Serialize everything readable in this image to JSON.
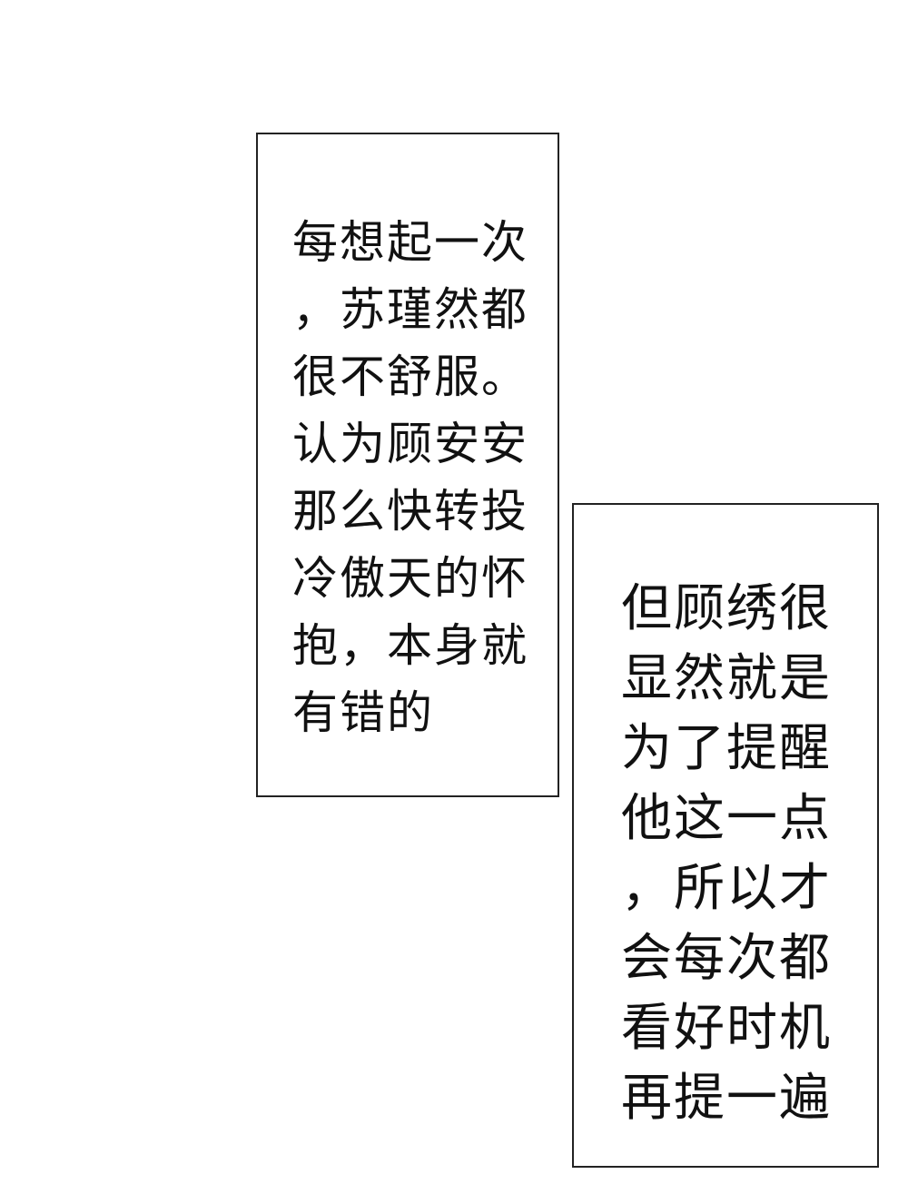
{
  "captions": [
    {
      "lines": [
        "每想起一次",
        "，苏瑾然都",
        "很不舒服。",
        "认为顾安安",
        "那么快转投",
        "冷傲天的怀",
        "抱，本身就",
        "有错的"
      ]
    },
    {
      "lines": [
        "但顾绣很",
        "显然就是",
        "为了提醒",
        "他这一点",
        "，所以才",
        "会每次都",
        "看好时机",
        "再提一遍"
      ]
    }
  ]
}
